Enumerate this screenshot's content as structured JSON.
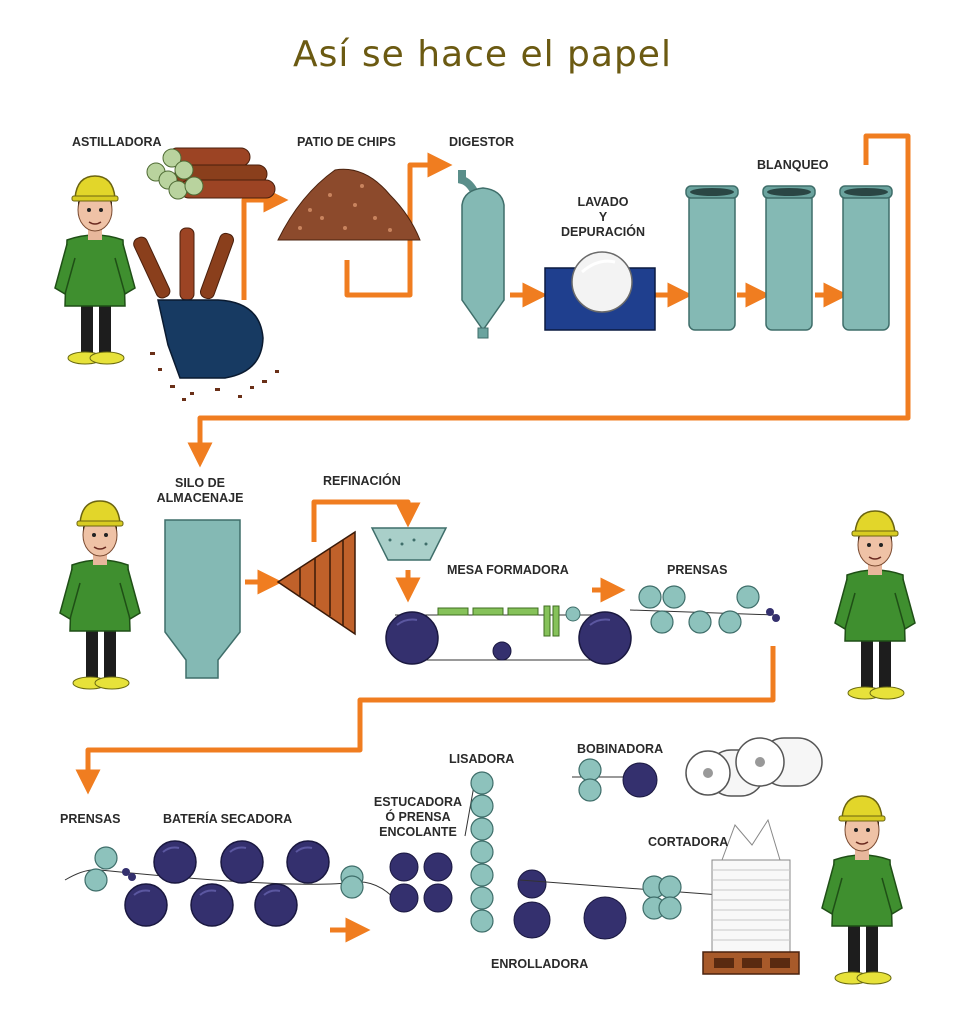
{
  "title": "Así se hace el papel",
  "colors": {
    "arrow": "#f07d20",
    "worker_shirt": "#3f8f2f",
    "helmet": "#e2d62a",
    "equipment_teal": "#84b9b4",
    "roller_dark": "#34306e",
    "chipper_blue": "#173a62",
    "wood": "#8a3f1c",
    "label_text": "#2a2a2a",
    "title_text": "#6b5a12"
  },
  "stages": {
    "astilladora": "ASTILLADORA",
    "patio_chips": "PATIO DE CHIPS",
    "digestor": "DIGESTOR",
    "lavado_1": "LAVADO",
    "lavado_2": "Y",
    "lavado_3": "DEPURACIÓN",
    "blanqueo": "BLANQUEO",
    "silo_1": "SILO DE",
    "silo_2": "ALMACENAJE",
    "refinacion": "REFINACIÓN",
    "mesa": "MESA FORMADORA",
    "prensas_1": "PRENSAS",
    "prensas_2": "PRENSAS",
    "bateria": "BATERÍA SECADORA",
    "estucadora_1": "ESTUCADORA",
    "estucadora_2": "Ó PRENSA",
    "estucadora_3": "ENCOLANTE",
    "lisadora": "LISADORA",
    "bobinadora": "BOBINADORA",
    "cortadora": "CORTADORA",
    "enrolladora": "ENROLLADORA"
  },
  "icons": [
    "worker-icon",
    "helmet-icon",
    "log-icon",
    "chipper-icon",
    "chip-pile-icon",
    "digester-tank-icon",
    "washer-icon",
    "bleach-tank-icon",
    "silo-icon",
    "refiner-cone-icon",
    "roller-icon",
    "paper-roll-icon",
    "paper-stack-icon",
    "pallet-icon",
    "flow-arrow-icon"
  ]
}
